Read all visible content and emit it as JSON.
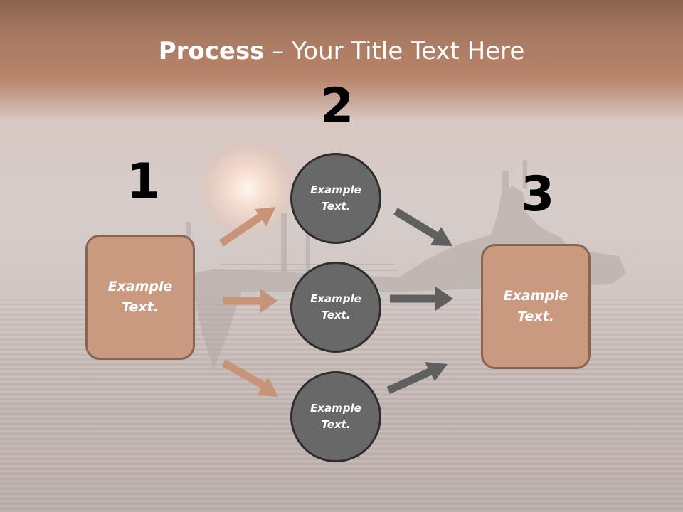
{
  "slide": {
    "title_bold": "Process",
    "title_rest": " – Your Title Text Here",
    "numbers": [
      "1",
      "2",
      "3"
    ],
    "box_left": [
      "Example",
      "Text."
    ],
    "circles": [
      [
        "Example",
        "Text."
      ],
      [
        "Example",
        "Text."
      ],
      [
        "Example",
        "Text."
      ]
    ],
    "box_right": [
      "Example",
      "Text."
    ]
  },
  "colors": {
    "box_fill": "#c99a80",
    "box_border": "#8a6452",
    "circle_fill": "#686868",
    "circle_border": "#2e2e2e",
    "arrow_left": "#c89479",
    "arrow_right": "#5f5f5f"
  }
}
